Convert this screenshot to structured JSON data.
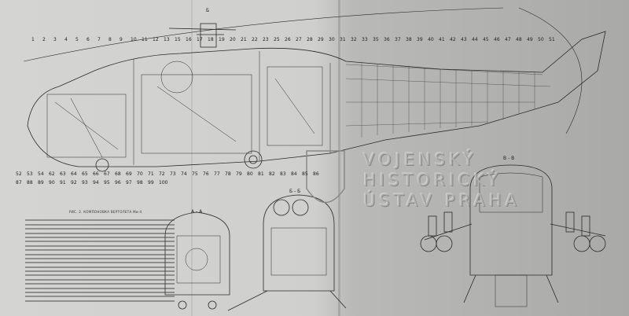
{
  "caption": "РИС. 2. КОМПОНОВКА ВЕРТОЛЕТА Ми-4",
  "sections": {
    "a": "А - А",
    "b": "Б - Б",
    "v": "В - В",
    "top_marker": "Б"
  },
  "watermark": {
    "line1": "VOJENSKÝ",
    "line2": "HISTORICKÝ",
    "line3": "ÚSTAV PRAHA"
  },
  "callouts": [
    "1",
    "2",
    "3",
    "4",
    "5",
    "6",
    "7",
    "8",
    "9",
    "10",
    "11",
    "12",
    "13",
    "15",
    "16",
    "17",
    "18",
    "19",
    "20",
    "21",
    "22",
    "23",
    "25",
    "26",
    "27",
    "28",
    "29",
    "30",
    "31",
    "32",
    "33",
    "35",
    "36",
    "37",
    "38",
    "39",
    "40",
    "41",
    "42",
    "43",
    "44",
    "45",
    "46",
    "47",
    "48",
    "49",
    "50",
    "51",
    "52",
    "53",
    "54",
    "62",
    "63",
    "64",
    "65",
    "66",
    "67",
    "68",
    "69",
    "70",
    "71",
    "72",
    "73",
    "74",
    "75",
    "76",
    "77",
    "78",
    "79",
    "80",
    "81",
    "82",
    "83",
    "84",
    "85",
    "86",
    "87",
    "88",
    "89",
    "90",
    "91",
    "92",
    "93",
    "94",
    "95",
    "96",
    "97",
    "98",
    "99",
    "100"
  ],
  "colors": {
    "ink": "#2a2a2a",
    "paper_light": "#d4d4d2",
    "paper_dark": "#a9a9a7"
  }
}
